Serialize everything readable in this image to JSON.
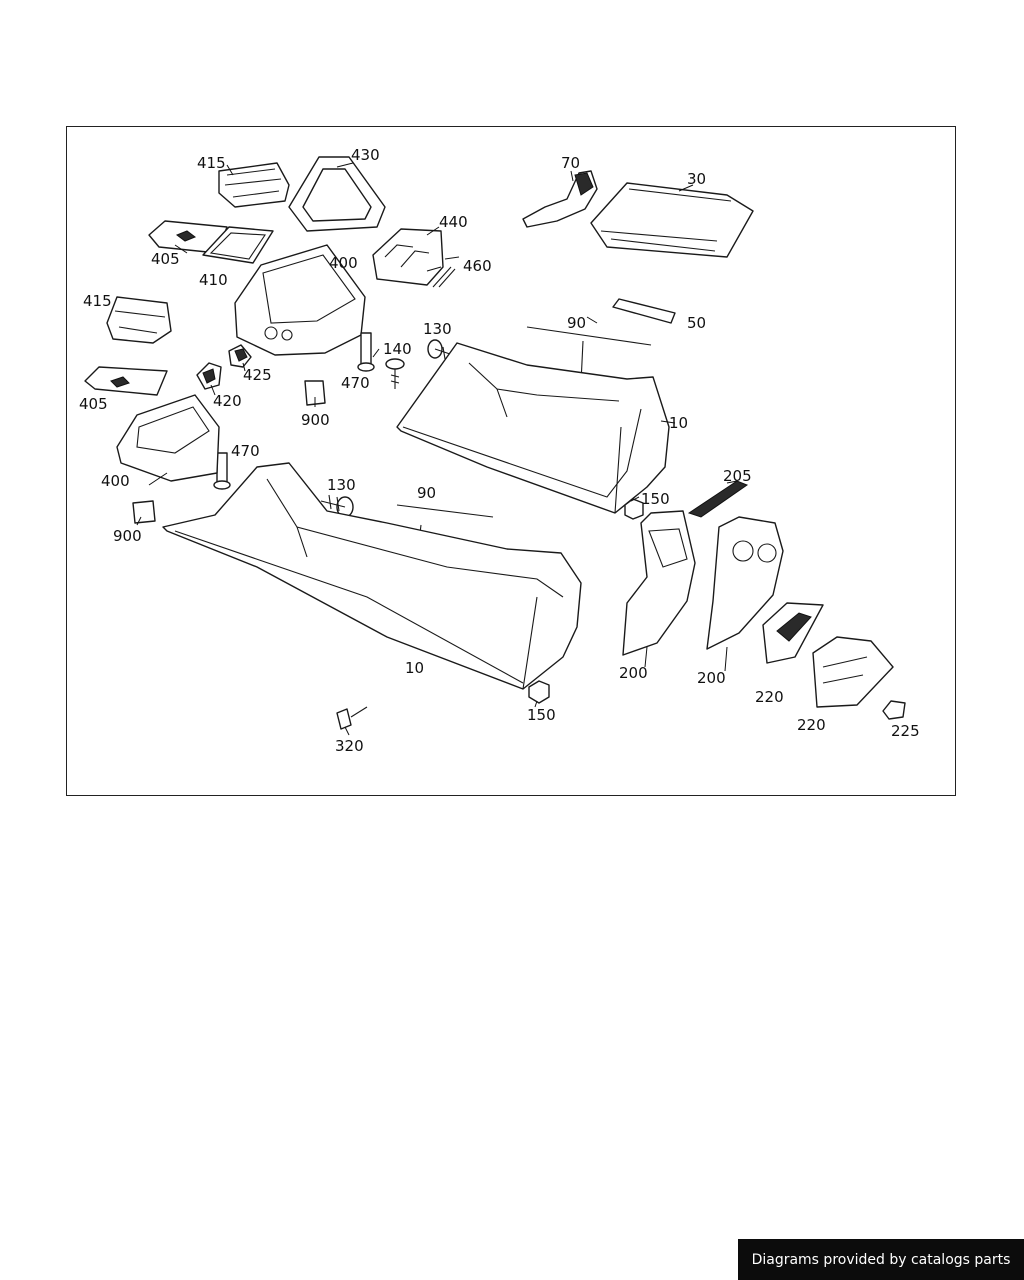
{
  "diagram": {
    "callouts": [
      "415",
      "430",
      "70",
      "30",
      "405",
      "410",
      "440",
      "400",
      "460",
      "415",
      "50",
      "90",
      "130",
      "140",
      "425",
      "470",
      "405",
      "420",
      "900",
      "10",
      "470",
      "400",
      "130",
      "90",
      "205",
      "150",
      "900",
      "200",
      "200",
      "220",
      "10",
      "220",
      "225",
      "150",
      "320"
    ]
  },
  "footer": {
    "credit": "Diagrams provided by catalogs parts"
  }
}
